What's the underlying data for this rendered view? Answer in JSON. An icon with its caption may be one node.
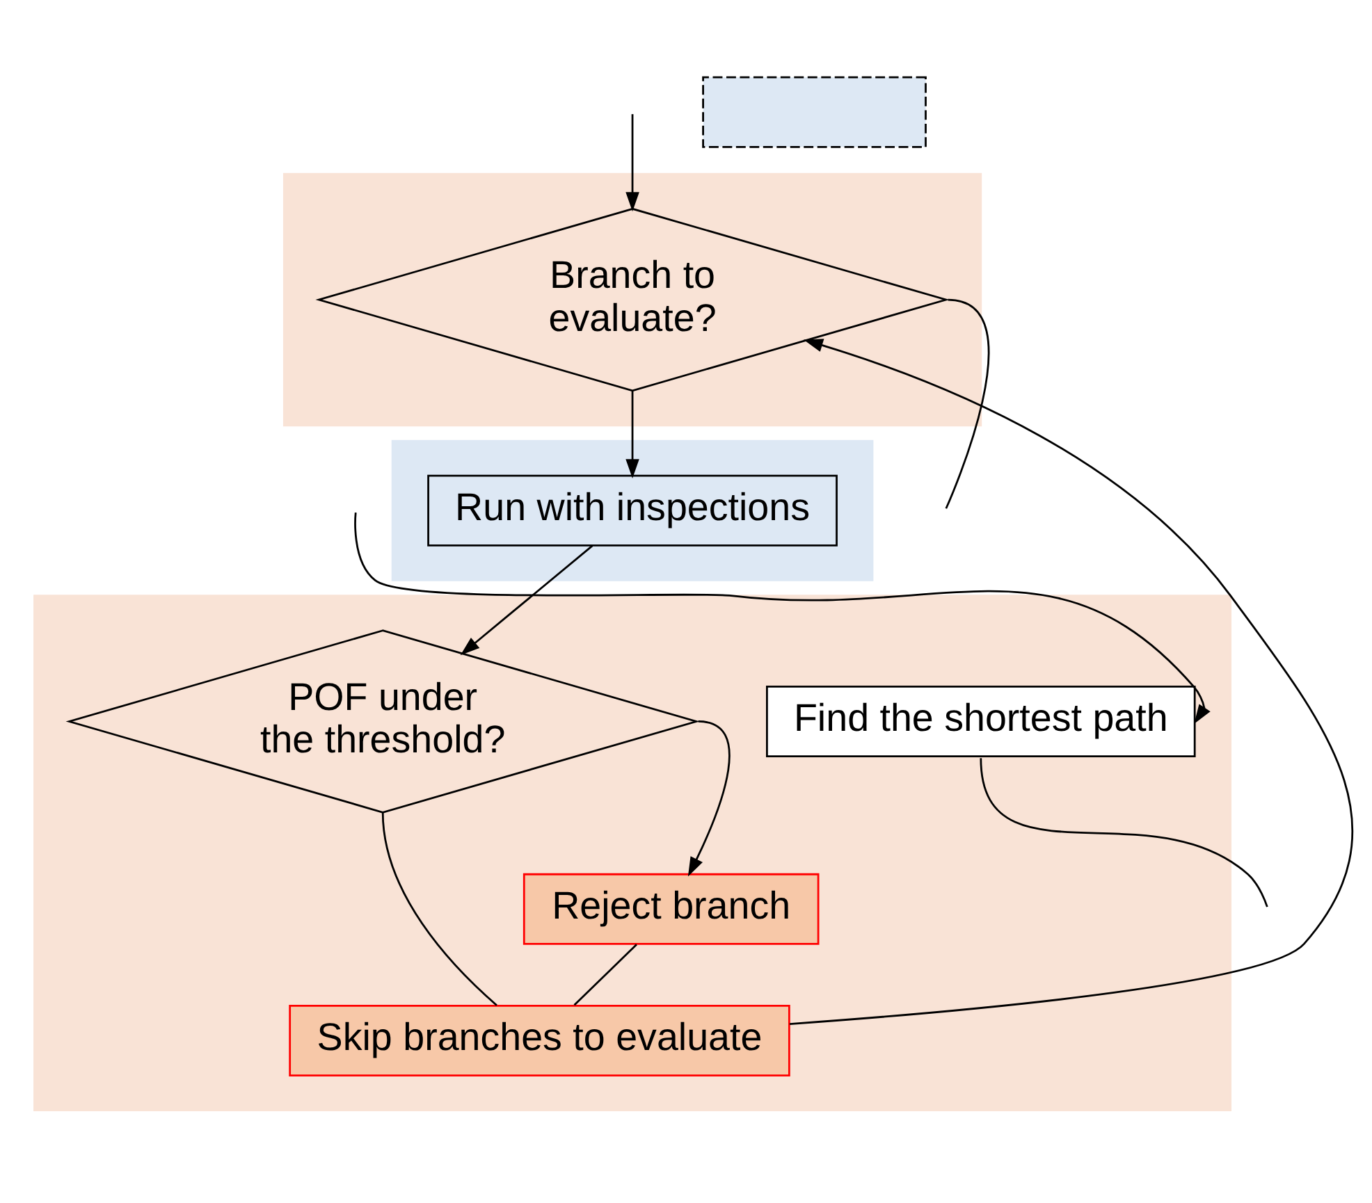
{
  "diagram": {
    "nodes": [
      {
        "text": [],
        "shape": "box"
      },
      {
        "text": [
          "Branch to evaluate?"
        ],
        "in": 0
      },
      {
        "text": [],
        "shape": "box"
      },
      {
        "text": [
          "Run with inspections"
        ],
        "in": 2
      },
      {
        "text": [],
        "shape": "box"
      },
      {
        "text": [
          "POF under the threshold?"
        ],
        "in": 4
      },
      {
        "text": [
          "Reject branch"
        ],
        "in": 4
      },
      {
        "text": [
          "Skip branches to evaluate"
        ],
        "in": 4
      },
      {
        "text": [
          "Find the shortest path"
        ],
        "in": 4
      },
      {
        "text": [],
        "shape": "box"
      }
    ],
    "edges": [
      {
        "from": 1,
        "to": null,
        "arrow": "none"
      },
      {
        "from": null,
        "to": 1,
        "arrow": "to"
      },
      {
        "from": 7,
        "to": 1,
        "arrow": "to"
      },
      {
        "from": 1,
        "to": 3,
        "arrow": "to"
      },
      {
        "from": 3,
        "to": 5,
        "arrow": "to"
      },
      {
        "from": 5,
        "to": 6,
        "arrow": "to"
      },
      {
        "from": 5,
        "to": 7,
        "arrow": "none"
      },
      {
        "from": 6,
        "to": 7,
        "arrow": "none"
      },
      {
        "from": null,
        "to": 8,
        "arrow": "to"
      },
      {
        "from": 8,
        "to": null,
        "arrow": "none"
      }
    ]
  }
}
